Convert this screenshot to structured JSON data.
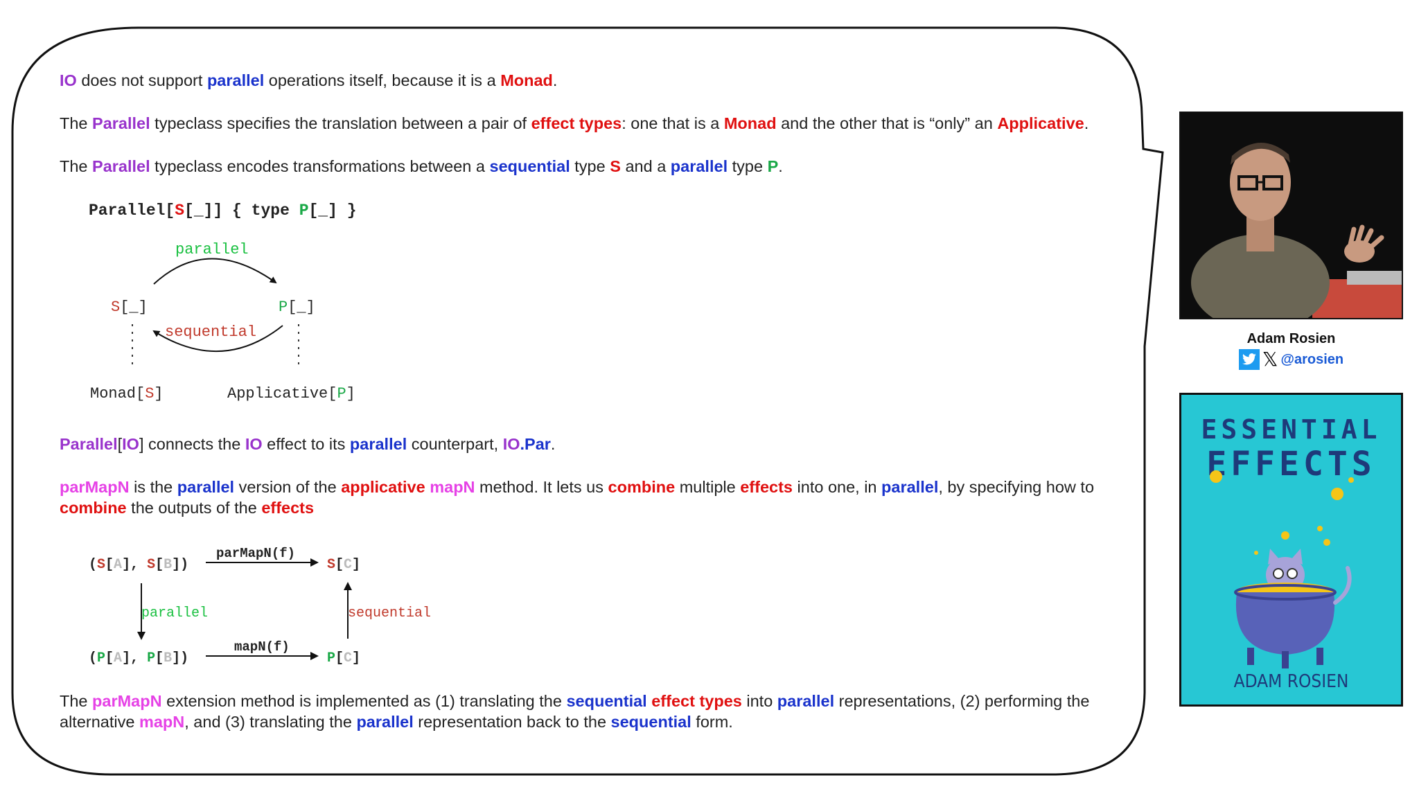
{
  "paragraphs": {
    "p1": {
      "io": "IO",
      "t1": " does not support ",
      "parallel": "parallel",
      "t2": " operations itself, because it is a ",
      "monad": "Monad",
      "t3": "."
    },
    "p2": {
      "t0": "The ",
      "parallel": "Parallel",
      "t1": " typeclass specifies the translation between a pair of ",
      "effect_types": "effect types",
      "t2": ": one that is a ",
      "monad": "Monad",
      "t3": " and the other that is “only” an ",
      "applicative": "Applicative",
      "t4": "."
    },
    "p3": {
      "t0": "The ",
      "parallel": "Parallel",
      "t1": " typeclass encodes transformations between a ",
      "sequential": "sequential",
      "t2": " type ",
      "s": "S",
      "t3": " and a ",
      "parallel2": "parallel",
      "t4": " type ",
      "p": "P",
      "t5": "."
    },
    "p4": {
      "parallel": "Parallel",
      "b1": "[",
      "io": "IO",
      "b2": "]",
      "t1": " connects the ",
      "io2": "IO",
      "t2": " effect to its ",
      "parallel2": "parallel",
      "t3": " counterpart, ",
      "iopar_io": "IO",
      "iopar_par": ".Par",
      "t4": "."
    },
    "p5": {
      "parmapn": "parMapN",
      "t1": " is the ",
      "parallel": "parallel",
      "t2": " version of the ",
      "applicative": "applicative",
      "t3": " ",
      "mapn": "mapN",
      "t4": " method. It lets us ",
      "combine": "combine",
      "t5": " multiple ",
      "effects": "effects",
      "t6": " into one, in ",
      "parallel2": "parallel",
      "t7": ", by specifying how to ",
      "combine2": "combine",
      "t8": " the outputs of the ",
      "effects2": "effects"
    },
    "p6": {
      "t0": "The ",
      "parmapn": "parMapN",
      "t1": " extension method is implemented as (1) translating the ",
      "sequential": "sequential",
      "t2": " ",
      "effect_types": "effect types",
      "t3": " into ",
      "parallel": "parallel",
      "t4": " representations, (2) performing the alternative ",
      "mapn": "mapN",
      "t5": ", and (3) translating the ",
      "parallel2": "parallel",
      "t6": " representation back to the ",
      "sequential2": "sequential",
      "t7": " form."
    }
  },
  "diagram1": {
    "signature": {
      "a": "Parallel[",
      "s": "S",
      "b": "[_]] { type ",
      "p": "P",
      "c": "[_] }"
    },
    "arrow_top_label": "parallel",
    "arrow_bottom_label": "sequential",
    "left_node": {
      "s": "S",
      "rest": "[_]"
    },
    "right_node": {
      "p": "P",
      "rest": "[_]"
    },
    "left_base": {
      "a": "Monad[",
      "s": "S",
      "b": "]"
    },
    "right_base": {
      "a": "Applicative[",
      "p": "P",
      "b": "]"
    }
  },
  "diagram2": {
    "top_left": {
      "o": "(",
      "s1": "S",
      "b1": "[",
      "a": "A",
      "b2": "], ",
      "s2": "S",
      "b3": "[",
      "bb": "B",
      "b4": "])"
    },
    "top_right": {
      "s": "S",
      "b1": "[",
      "c": "C",
      "b2": "]"
    },
    "bottom_left": {
      "o": "(",
      "p1": "P",
      "b1": "[",
      "a": "A",
      "b2": "], ",
      "p2": "P",
      "b3": "[",
      "bb": "B",
      "b4": "])"
    },
    "bottom_right": {
      "p": "P",
      "b1": "[",
      "c": "C",
      "b2": "]"
    },
    "top_arrow_label": "parMapN(f)",
    "bottom_arrow_label": "mapN(f)",
    "left_arrow_label": "parallel",
    "right_arrow_label": "sequential"
  },
  "speaker": {
    "name": "Adam Rosien",
    "handle": "@arosien"
  },
  "book": {
    "title_line1": "ESSENTIAL",
    "title_line2": "EFFECTS",
    "author": "ADAM ROSIEN"
  },
  "colors": {
    "purple": "#9933cc",
    "blue": "#1a33cc",
    "red": "#e01010",
    "green": "#19a846",
    "pink": "#e642e6"
  }
}
